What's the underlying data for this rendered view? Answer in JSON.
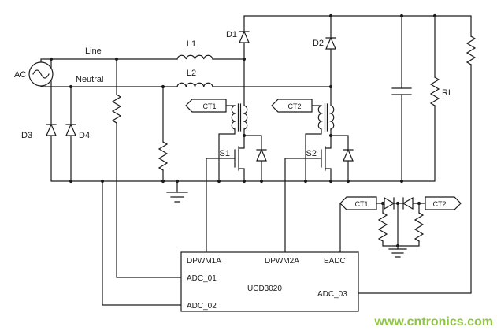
{
  "labels": {
    "ac": "AC",
    "line": "Line",
    "neutral": "Neutral",
    "l1": "L1",
    "l2": "L2",
    "d1": "D1",
    "d2": "D2",
    "d3": "D3",
    "d4": "D4",
    "s1": "S1",
    "s2": "S2",
    "rl": "RL"
  },
  "flags": {
    "ct1": "CT1",
    "ct2": "CT2"
  },
  "sense": {
    "ct1": "CT1",
    "ct2": "CT2"
  },
  "controller": {
    "part": "UCD3020",
    "pins": {
      "dpwm1a": "DPWM1A",
      "dpwm2a": "DPWM2A",
      "eadc": "EADC",
      "adc01": "ADC_01",
      "adc02": "ADC_02",
      "adc03": "ADC_03"
    }
  },
  "watermark": {
    "text": "www.cntronics.com",
    "color": "#8fc641"
  }
}
